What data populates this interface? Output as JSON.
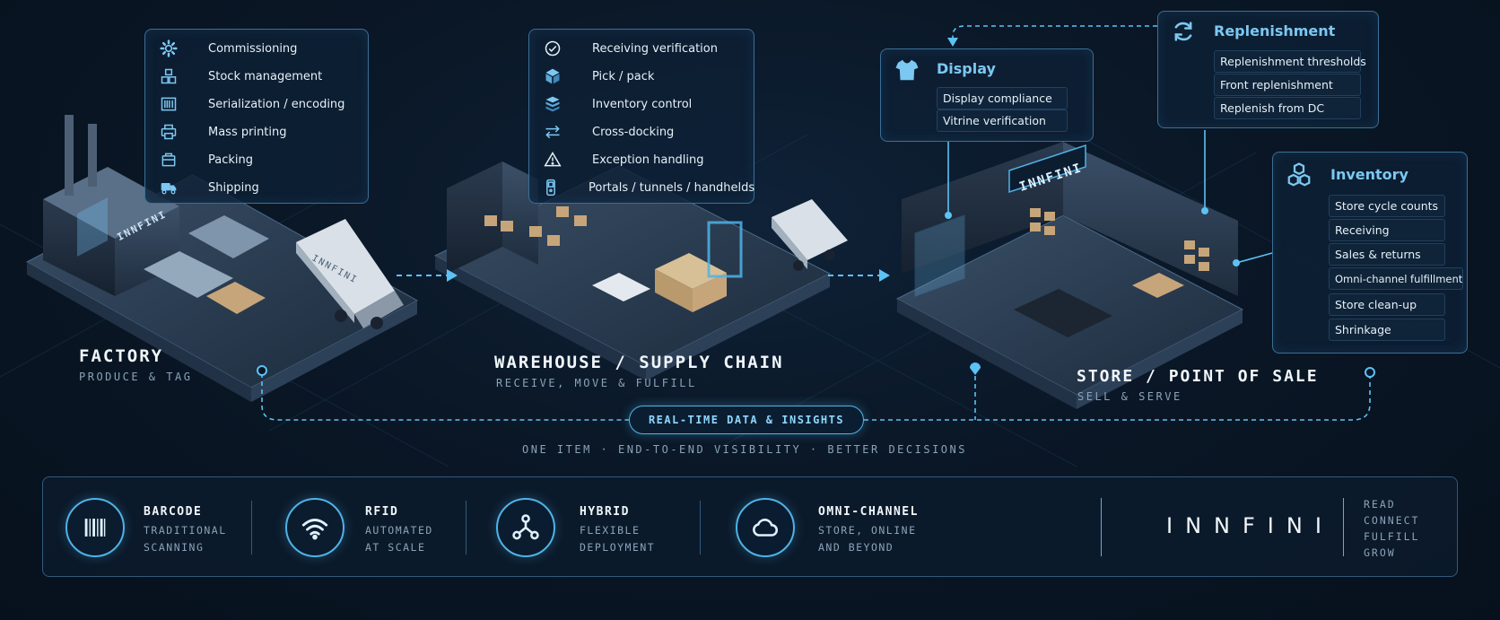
{
  "factory": {
    "panel_items": [
      {
        "icon": "gear-icon",
        "label": "Commissioning"
      },
      {
        "icon": "boxes-icon",
        "label": "Stock management"
      },
      {
        "icon": "barcode-icon",
        "label": "Serialization / encoding"
      },
      {
        "icon": "printer-icon",
        "label": "Mass printing"
      },
      {
        "icon": "package-icon",
        "label": "Packing"
      },
      {
        "icon": "truck-icon",
        "label": "Shipping"
      }
    ],
    "title": "FACTORY",
    "subtitle": "PRODUCE & TAG",
    "building_label": "INNFINI",
    "truck_label": "INNFINI"
  },
  "warehouse": {
    "panel_items": [
      {
        "icon": "check-circle-icon",
        "label": "Receiving verification"
      },
      {
        "icon": "cube-icon",
        "label": "Pick / pack"
      },
      {
        "icon": "stack-icon",
        "label": "Inventory control"
      },
      {
        "icon": "arrows-swap-icon",
        "label": "Cross-docking"
      },
      {
        "icon": "warning-icon",
        "label": "Exception handling"
      },
      {
        "icon": "handheld-icon",
        "label": "Portals / tunnels / handhelds"
      }
    ],
    "title": "WAREHOUSE / SUPPLY CHAIN",
    "subtitle": "RECEIVE, MOVE & FULFILL"
  },
  "store": {
    "title": "STORE / POINT OF SALE",
    "subtitle": "SELL & SERVE",
    "sign_label": "INNFINI",
    "display": {
      "title": "Display",
      "icon": "shirt-icon",
      "items": [
        "Display compliance",
        "Vitrine verification"
      ]
    },
    "replenishment": {
      "title": "Replenishment",
      "icon": "refresh-icon",
      "items": [
        "Replenishment thresholds",
        "Front replenishment",
        "Replenish from DC"
      ]
    },
    "inventory": {
      "title": "Inventory",
      "icon": "boxes-icon",
      "items": [
        "Store cycle counts",
        "Receiving",
        "Sales & returns",
        "Omni-channel fulfillment",
        "Store clean-up",
        "Shrinkage"
      ]
    }
  },
  "data_pill": "REAL-TIME DATA & INSIGHTS",
  "tagline": "ONE ITEM  ·  END-TO-END VISIBILITY  ·  BETTER DECISIONS",
  "features": [
    {
      "icon": "barcode-icon",
      "title": "BARCODE",
      "line1": "TRADITIONAL",
      "line2": "SCANNING"
    },
    {
      "icon": "wifi-icon",
      "title": "RFID",
      "line1": "AUTOMATED",
      "line2": "AT SCALE"
    },
    {
      "icon": "network-icon",
      "title": "HYBRID",
      "line1": "FLEXIBLE",
      "line2": "DEPLOYMENT"
    },
    {
      "icon": "cloud-icon",
      "title": "OMNI-CHANNEL",
      "line1": "STORE, ONLINE",
      "line2": "AND BEYOND"
    }
  ],
  "brand": {
    "name": "INNFINI",
    "words": [
      "READ",
      "CONNECT",
      "FULFILL",
      "GROW"
    ]
  },
  "colors": {
    "accent": "#4fb3e8",
    "panel_border": "#3a6f96",
    "background": "#0a1726"
  }
}
